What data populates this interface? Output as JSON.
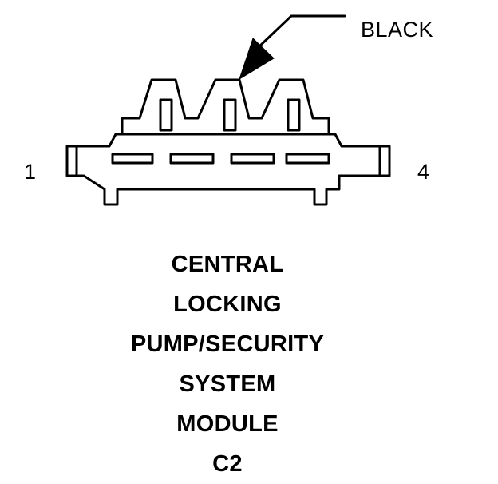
{
  "callout": {
    "color_label": "BLACK"
  },
  "pins": {
    "left": "1",
    "right": "4"
  },
  "title_lines": [
    "CENTRAL",
    "LOCKING",
    "PUMP/SECURITY",
    "SYSTEM",
    "MODULE",
    "C2"
  ],
  "colors": {
    "line": "#000000",
    "background": "#ffffff"
  }
}
